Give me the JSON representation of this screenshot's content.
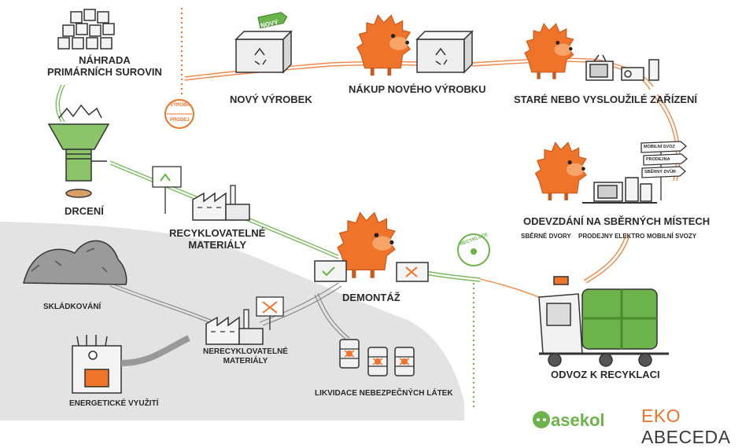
{
  "labels": {
    "nahrada": "NÁHRADA\nPRIMÁRNÍCH SUROVIN",
    "novy_vyrobek": "NOVÝ VÝROBEK",
    "nakup": "NÁKUP NOVÉHO VÝROBKU",
    "stare": "STARÉ NEBO VYSLOUŽILÉ ZAŘÍZENÍ",
    "drceni": "DRCENÍ",
    "recyklovatelne": "RECYKLOVATELNÉ\nMATERIÁLY",
    "odevzdani": "ODEVZDÁNÍ NA SBĚRNÝCH MÍSTECH",
    "sberne_dvory": "SBĚRNÉ DVORY",
    "prodejny": "PRODEJNY ELEKTRO",
    "mobilni": "MOBILNÍ SVOZY",
    "demontaz": "DEMONTÁŽ",
    "skladkovani": "SKLÁDKOVÁNÍ",
    "nerecyklovatelne": "NERECYKLOVATELNÉ\nMATERIÁLY",
    "energeticke": "ENERGETICKÉ VYUŽITÍ",
    "likvidace": "LIKVIDACE NEBEZPEČNÝCH LÁTEK",
    "odvoz": "ODVOZ K RECYKLACI"
  },
  "stamps": {
    "vyroba": "VÝROBA",
    "prodej": "PRODEJ",
    "recyklace": "RECYKLACE"
  },
  "tags": {
    "novy": "NOVÝ"
  },
  "signposts": [
    "MOBILNÍ SVOZ",
    "PRODEJNA",
    "SBĚRNÝ DVŮR"
  ],
  "logos": {
    "asekol": "asekol",
    "eko": "EKO",
    "abeceda": "ABECEDA"
  },
  "colors": {
    "orange": "#f0732a",
    "green": "#6bb34a",
    "grey_area": "#e3e3e3",
    "ink": "#2a2a2a"
  }
}
